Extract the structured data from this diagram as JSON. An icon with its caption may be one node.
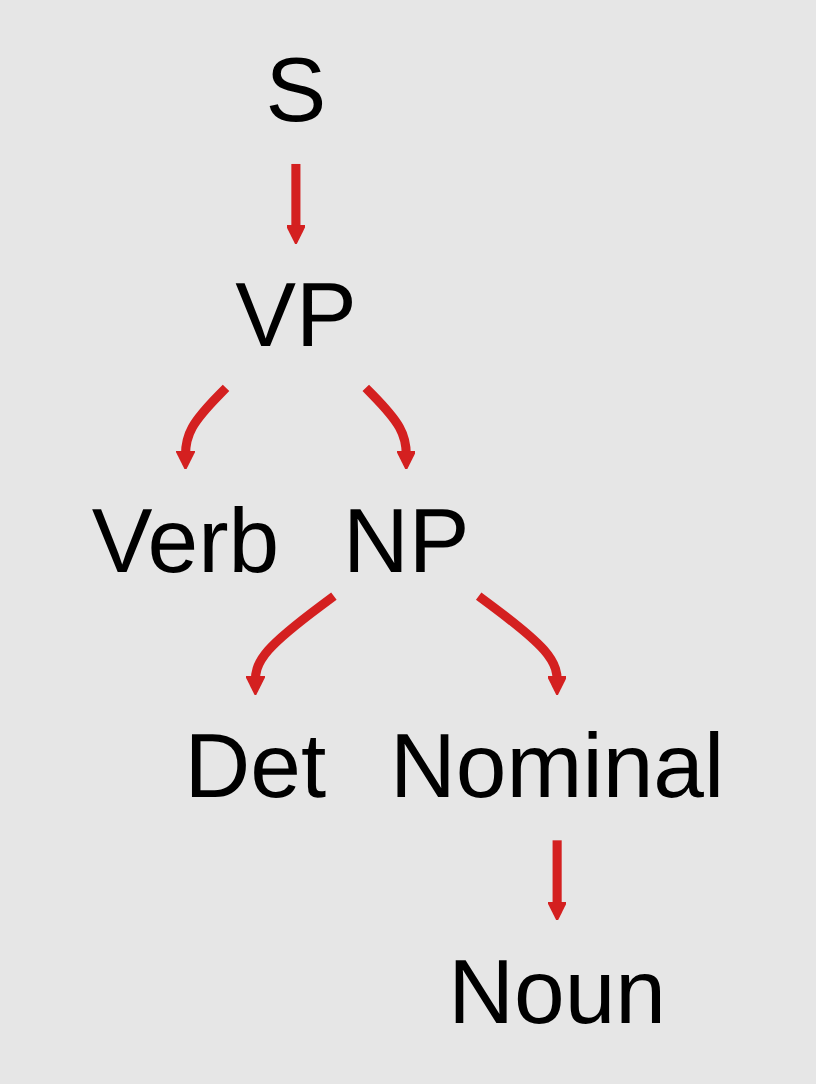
{
  "diagram": {
    "nodes": [
      {
        "text": [
          "S"
        ]
      },
      {
        "text": [
          "VP"
        ]
      },
      {
        "text": [
          "Verb"
        ]
      },
      {
        "text": [
          "NP"
        ]
      },
      {
        "text": [
          "Det"
        ]
      },
      {
        "text": [
          "Nominal"
        ]
      },
      {
        "text": [
          "Noun"
        ]
      }
    ],
    "edges": [
      {
        "from": 0,
        "to": 1,
        "arrow": "to"
      },
      {
        "from": 1,
        "to": 2,
        "arrow": "to"
      },
      {
        "from": 1,
        "to": 3,
        "arrow": "to"
      },
      {
        "from": 3,
        "to": 4,
        "arrow": "to"
      },
      {
        "from": 3,
        "to": 5,
        "arrow": "to"
      },
      {
        "from": 5,
        "to": 6,
        "arrow": "to"
      }
    ]
  }
}
